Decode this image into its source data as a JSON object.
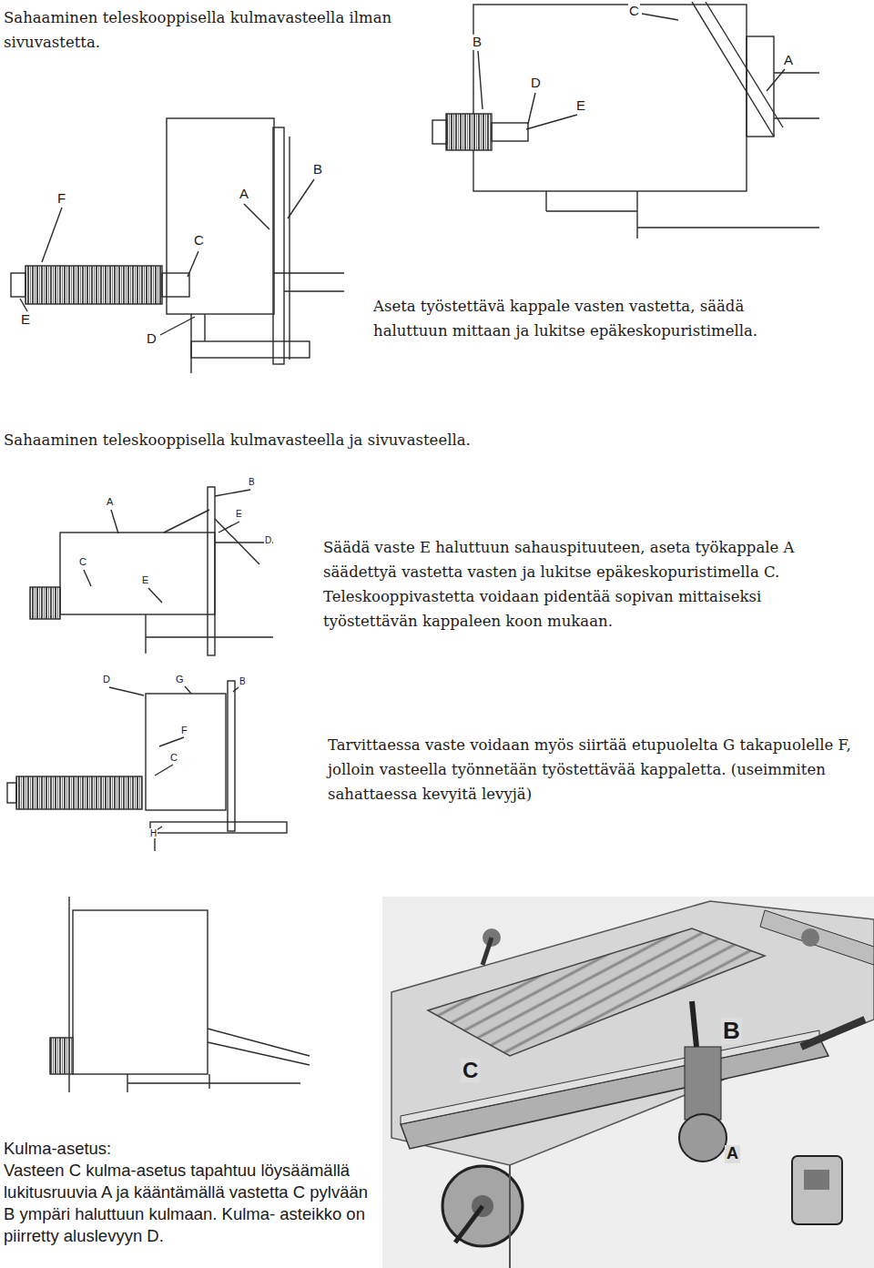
{
  "diagram": {
    "labels": [
      "Sahaaminen teleskooppisella kulmavasteella ilman sivuvastetta.",
      "F",
      "A",
      "B",
      "C",
      "E",
      "D",
      "C",
      "B",
      "A",
      "D",
      "E",
      "Aseta työstettävä kappale vasten vastetta, säädä haluttuun mittaan ja lukitse epäkeskopuristimella.",
      "Sahaaminen teleskooppisella kulmavasteella ja sivuvasteella.",
      "B",
      "A",
      "E",
      "D",
      "C",
      "E",
      "Säädä vaste E haluttuun sahauspituuteen, aseta työkappale A säädettyä vastetta vasten ja lukitse epäkeskopuristimella C. Teleskooppivastetta voidaan pidentää sopivan mittaiseksi työstettävän kappaleen koon mukaan.",
      "D",
      "G",
      "B",
      "F",
      "C",
      "H",
      "Tarvittaessa vaste voidaan myös siirtää etupuolelta G takapuolelle F, jolloin vasteella työnnetään työstettävää kappaletta. (useimmiten sahattaessa kevyitä levyjä)",
      "B",
      "C",
      "A",
      "Kulma-asetus:",
      "Vasteen C kulma-asetus tapahtuu löysäämällä lukitusruuvia A ja kääntämällä vastetta C pylvään B ympäri haluttuun kulmaan. Kulma- asteikko on piirretty aluslevyyn D."
    ]
  }
}
